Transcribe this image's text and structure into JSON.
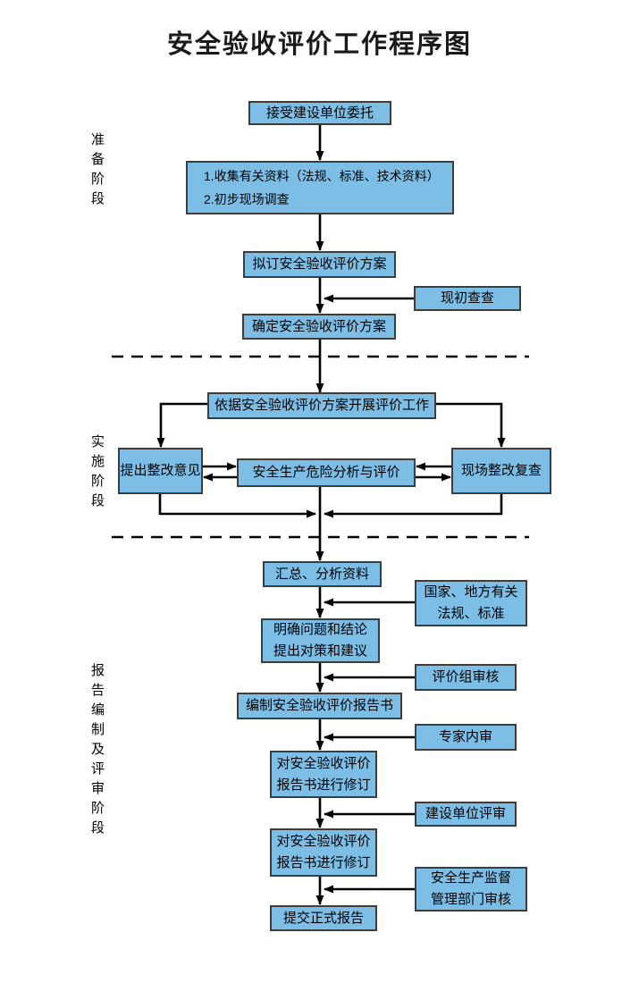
{
  "title": "安全验收评价工作程序图",
  "phases": [
    "准备阶段",
    "实施阶段",
    "报告编制及评审阶段"
  ],
  "nodes": {
    "accept": "接受建设单位委托",
    "collect": [
      "1.收集有关资料（法规、标准、技术资料）",
      "2.初步现场调查"
    ],
    "draft_plan": "拟订安全验收评价方案",
    "initial_check": "现初查查",
    "confirm_plan": "确定安全验收评价方案",
    "carry_out": "依据安全验收评价方案开展评价工作",
    "propose": "提出整改意见",
    "hazard": "安全生产危险分析与评价",
    "recheck": "现场整改复查",
    "summarize": "汇总、分析资料",
    "regulations": [
      "国家、地方有关",
      "法规、标准"
    ],
    "clarify": [
      "明确问题和结论",
      "提出对策和建议"
    ],
    "review_group": "评价组审核",
    "compile": "编制安全验收评价报告书",
    "expert": "专家内审",
    "revise1": [
      "对安全验收评价",
      "报告书进行修订"
    ],
    "client_review": "建设单位评审",
    "revise2": [
      "对安全验收评价",
      "报告书进行修订"
    ],
    "authority": [
      "安全生产监督",
      "管理部门审核"
    ],
    "submit": "提交正式报告"
  },
  "colors": {
    "box_fill": "#7CBEE6",
    "box_border": "#3d3d3d",
    "line": "#000000"
  }
}
